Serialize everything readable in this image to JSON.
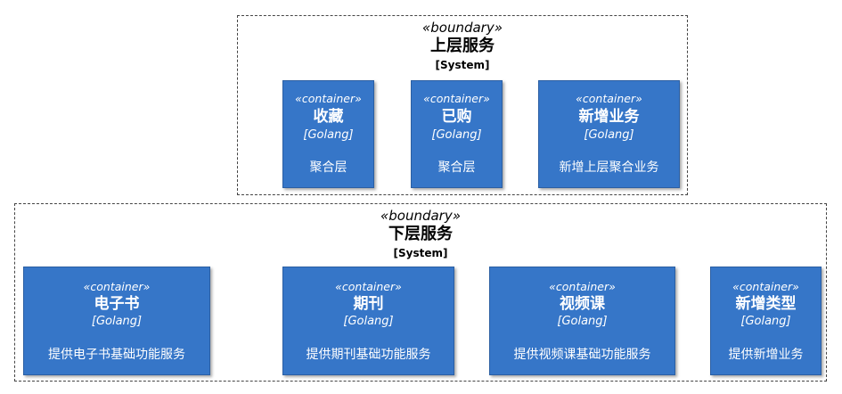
{
  "upper": {
    "stereotype": "«boundary»",
    "title": "上层服务",
    "tech": "[System]",
    "containers": [
      {
        "stereotype": "«container»",
        "name": "收藏",
        "tech": "[Golang]",
        "desc": "聚合层"
      },
      {
        "stereotype": "«container»",
        "name": "已购",
        "tech": "[Golang]",
        "desc": "聚合层"
      },
      {
        "stereotype": "«container»",
        "name": "新增业务",
        "tech": "[Golang]",
        "desc": "新增上层聚合业务"
      }
    ]
  },
  "lower": {
    "stereotype": "«boundary»",
    "title": "下层服务",
    "tech": "[System]",
    "containers": [
      {
        "stereotype": "«container»",
        "name": "电子书",
        "tech": "[Golang]",
        "desc": "提供电子书基础功能服务"
      },
      {
        "stereotype": "«container»",
        "name": "期刊",
        "tech": "[Golang]",
        "desc": "提供期刊基础功能服务"
      },
      {
        "stereotype": "«container»",
        "name": "视频课",
        "tech": "[Golang]",
        "desc": "提供视频课基础功能服务"
      },
      {
        "stereotype": "«container»",
        "name": "新增类型",
        "tech": "[Golang]",
        "desc": "提供新增业务"
      }
    ]
  },
  "colors": {
    "container_fill": "#3676c8",
    "container_border": "#2b5fa3",
    "boundary_border": "#444444"
  }
}
